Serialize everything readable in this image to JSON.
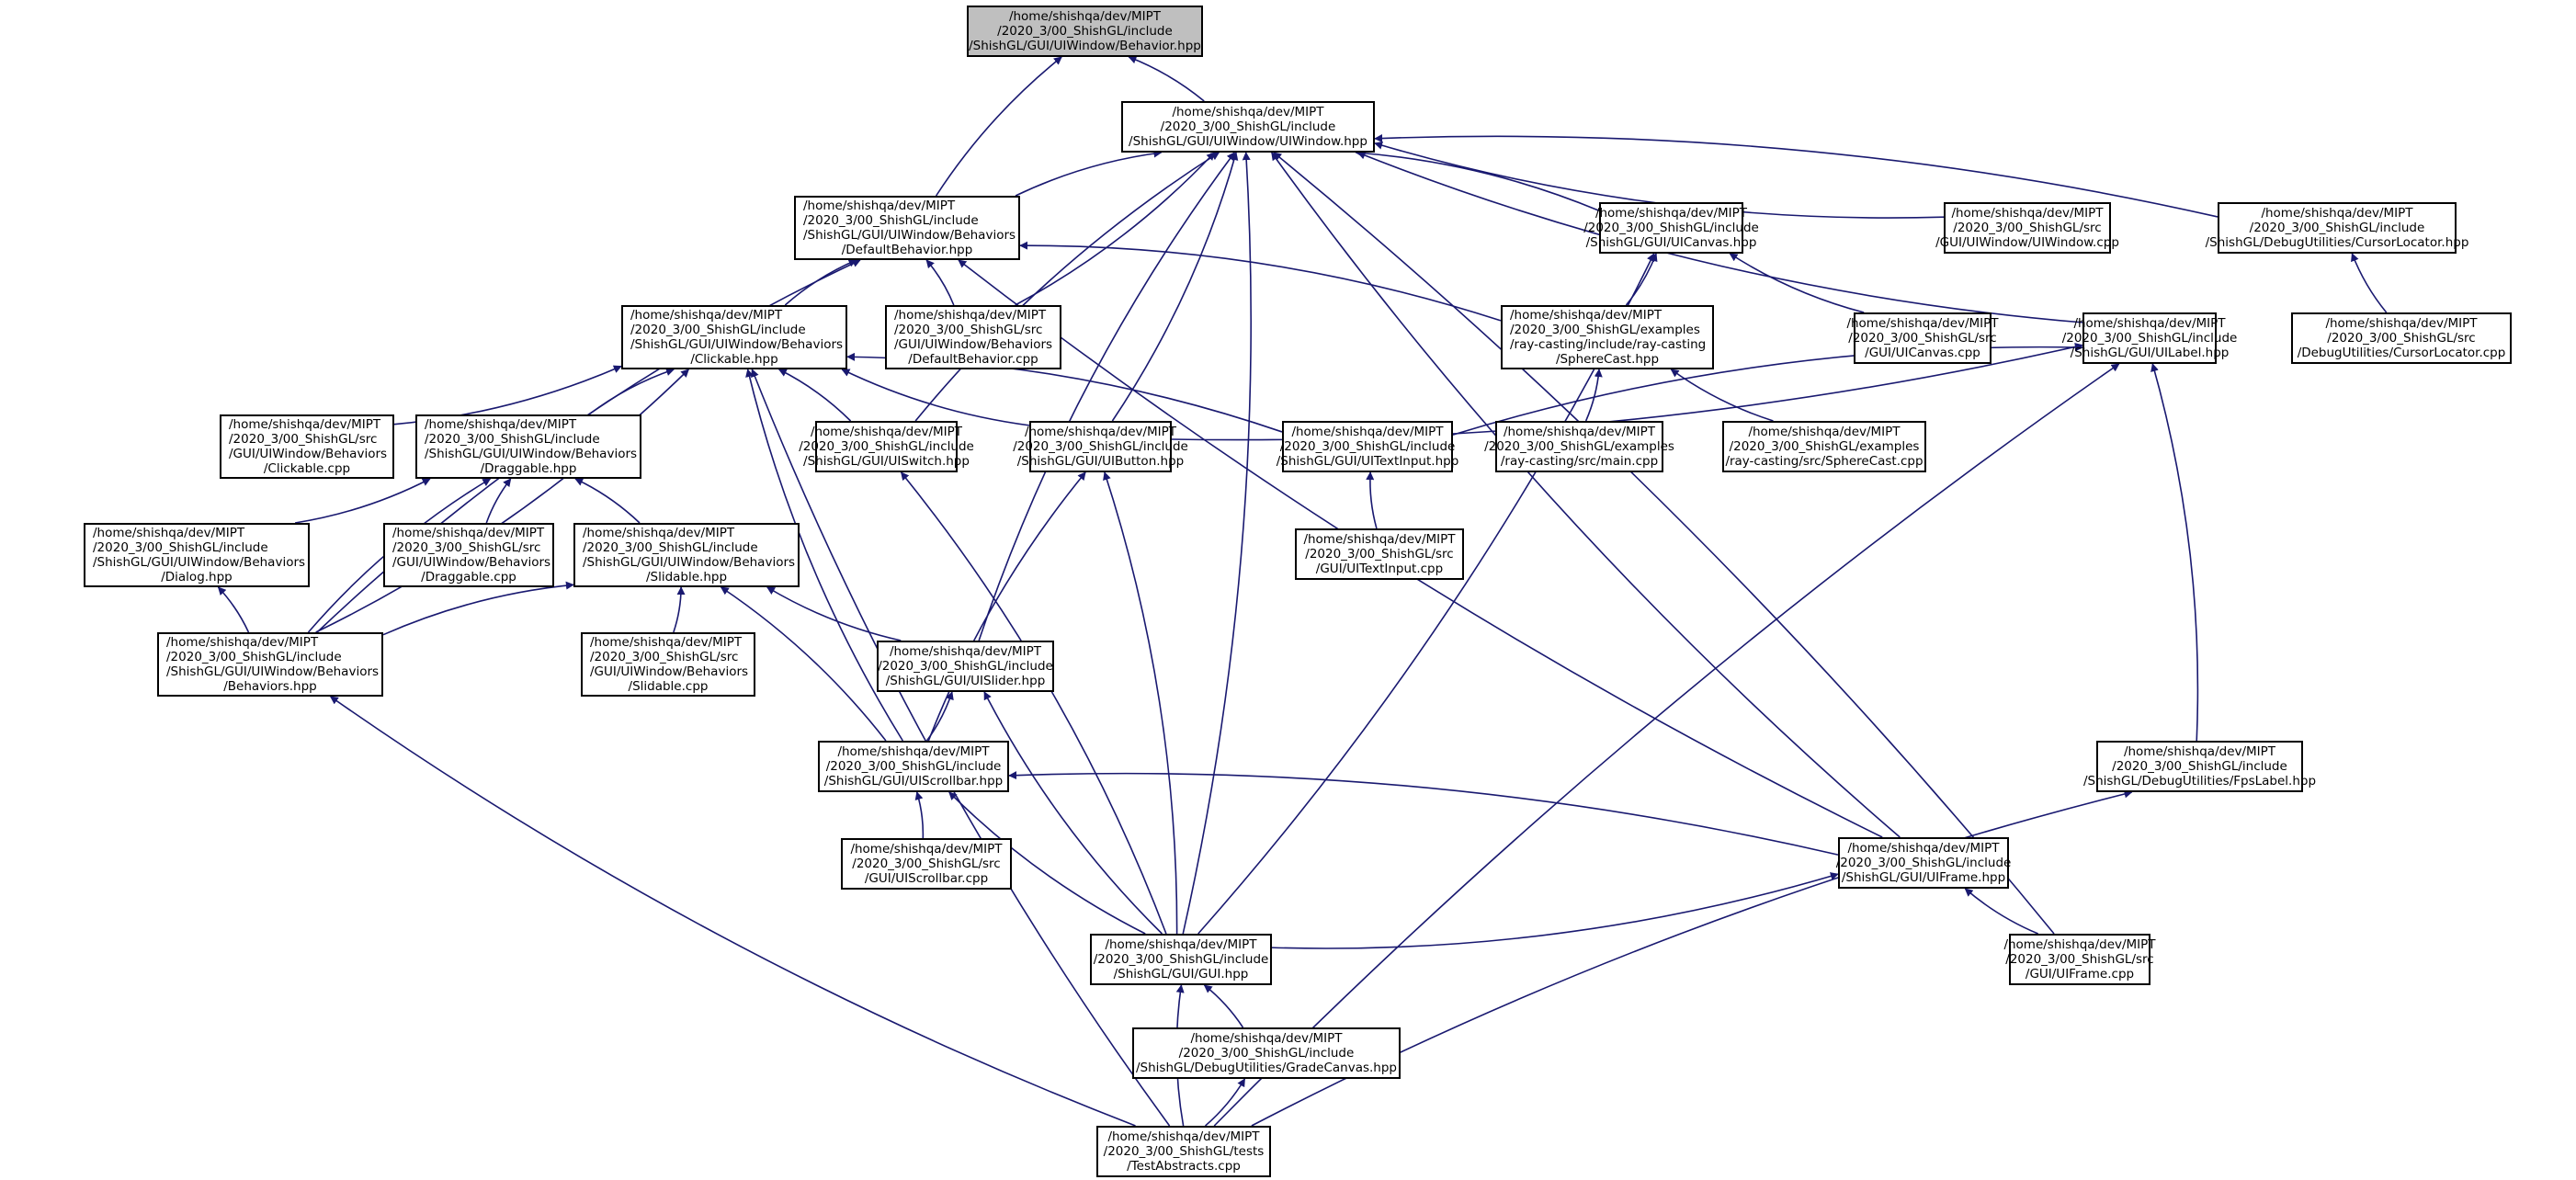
{
  "title": "Include dependency graph for Behavior.hpp",
  "colors": {
    "edge": "#191970",
    "root_fill": "#bfbfbf",
    "node_fill": "#ffffff",
    "border": "#000000"
  },
  "nodes": [
    {
      "id": "behavior",
      "lines": [
        "/home/shishqa/dev/MIPT",
        "/2020_3/00_ShishGL/include",
        "/ShishGL/GUI/UIWindow/Behavior.hpp"
      ],
      "root": true
    },
    {
      "id": "uiwindow_hpp",
      "lines": [
        "/home/shishqa/dev/MIPT",
        "/2020_3/00_ShishGL/include",
        "/ShishGL/GUI/UIWindow/UIWindow.hpp"
      ]
    },
    {
      "id": "defaultbehavior_hpp",
      "lines": [
        "/home/shishqa/dev/MIPT",
        "/2020_3/00_ShishGL/include",
        "/ShishGL/GUI/UIWindow/Behaviors",
        "/DefaultBehavior.hpp"
      ]
    },
    {
      "id": "uicanvas_hpp",
      "lines": [
        "/home/shishqa/dev/MIPT",
        "/2020_3/00_ShishGL/include",
        "/ShishGL/GUI/UICanvas.hpp"
      ]
    },
    {
      "id": "uiwindow_cpp",
      "lines": [
        "/home/shishqa/dev/MIPT",
        "/2020_3/00_ShishGL/src",
        "/GUI/UIWindow/UIWindow.cpp"
      ]
    },
    {
      "id": "cursorlocator_hpp",
      "lines": [
        "/home/shishqa/dev/MIPT",
        "/2020_3/00_ShishGL/include",
        "/ShishGL/DebugUtilities/CursorLocator.hpp"
      ]
    },
    {
      "id": "clickable_hpp",
      "lines": [
        "/home/shishqa/dev/MIPT",
        "/2020_3/00_ShishGL/include",
        "/ShishGL/GUI/UIWindow/Behaviors",
        "/Clickable.hpp"
      ]
    },
    {
      "id": "defaultbehavior_cpp",
      "lines": [
        "/home/shishqa/dev/MIPT",
        "/2020_3/00_ShishGL/src",
        "/GUI/UIWindow/Behaviors",
        "/DefaultBehavior.cpp"
      ]
    },
    {
      "id": "spherecast_hpp",
      "lines": [
        "/home/shishqa/dev/MIPT",
        "/2020_3/00_ShishGL/examples",
        "/ray-casting/include/ray-casting",
        "/SphereCast.hpp"
      ]
    },
    {
      "id": "uicanvas_cpp",
      "lines": [
        "/home/shishqa/dev/MIPT",
        "/2020_3/00_ShishGL/src",
        "/GUI/UICanvas.cpp"
      ]
    },
    {
      "id": "uilabel_hpp",
      "lines": [
        "/home/shishqa/dev/MIPT",
        "/2020_3/00_ShishGL/include",
        "/ShishGL/GUI/UILabel.hpp"
      ]
    },
    {
      "id": "cursorlocator_cpp",
      "lines": [
        "/home/shishqa/dev/MIPT",
        "/2020_3/00_ShishGL/src",
        "/DebugUtilities/CursorLocator.cpp"
      ]
    },
    {
      "id": "clickable_cpp",
      "lines": [
        "/home/shishqa/dev/MIPT",
        "/2020_3/00_ShishGL/src",
        "/GUI/UIWindow/Behaviors",
        "/Clickable.cpp"
      ]
    },
    {
      "id": "draggable_hpp",
      "lines": [
        "/home/shishqa/dev/MIPT",
        "/2020_3/00_ShishGL/include",
        "/ShishGL/GUI/UIWindow/Behaviors",
        "/Draggable.hpp"
      ]
    },
    {
      "id": "uiswitch_hpp",
      "lines": [
        "/home/shishqa/dev/MIPT",
        "/2020_3/00_ShishGL/include",
        "/ShishGL/GUI/UISwitch.hpp"
      ]
    },
    {
      "id": "uibutton_hpp",
      "lines": [
        "/home/shishqa/dev/MIPT",
        "/2020_3/00_ShishGL/include",
        "/ShishGL/GUI/UIButton.hpp"
      ]
    },
    {
      "id": "uitextinput_hpp",
      "lines": [
        "/home/shishqa/dev/MIPT",
        "/2020_3/00_ShishGL/include",
        "/ShishGL/GUI/UITextInput.hpp"
      ]
    },
    {
      "id": "main_cpp",
      "lines": [
        "/home/shishqa/dev/MIPT",
        "/2020_3/00_ShishGL/examples",
        "/ray-casting/src/main.cpp"
      ]
    },
    {
      "id": "spherecast_cpp",
      "lines": [
        "/home/shishqa/dev/MIPT",
        "/2020_3/00_ShishGL/examples",
        "/ray-casting/src/SphereCast.cpp"
      ]
    },
    {
      "id": "uitextinput_cpp",
      "lines": [
        "/home/shishqa/dev/MIPT",
        "/2020_3/00_ShishGL/src",
        "/GUI/UITextInput.cpp"
      ]
    },
    {
      "id": "dialog_hpp",
      "lines": [
        "/home/shishqa/dev/MIPT",
        "/2020_3/00_ShishGL/include",
        "/ShishGL/GUI/UIWindow/Behaviors",
        "/Dialog.hpp"
      ]
    },
    {
      "id": "draggable_cpp",
      "lines": [
        "/home/shishqa/dev/MIPT",
        "/2020_3/00_ShishGL/src",
        "/GUI/UIWindow/Behaviors",
        "/Draggable.cpp"
      ]
    },
    {
      "id": "slidable_hpp",
      "lines": [
        "/home/shishqa/dev/MIPT",
        "/2020_3/00_ShishGL/include",
        "/ShishGL/GUI/UIWindow/Behaviors",
        "/Slidable.hpp"
      ]
    },
    {
      "id": "behaviors_hpp",
      "lines": [
        "/home/shishqa/dev/MIPT",
        "/2020_3/00_ShishGL/include",
        "/ShishGL/GUI/UIWindow/Behaviors",
        "/Behaviors.hpp"
      ]
    },
    {
      "id": "slidable_cpp",
      "lines": [
        "/home/shishqa/dev/MIPT",
        "/2020_3/00_ShishGL/src",
        "/GUI/UIWindow/Behaviors",
        "/Slidable.cpp"
      ]
    },
    {
      "id": "uislider_hpp",
      "lines": [
        "/home/shishqa/dev/MIPT",
        "/2020_3/00_ShishGL/include",
        "/ShishGL/GUI/UISlider.hpp"
      ]
    },
    {
      "id": "uiscrollbar_hpp",
      "lines": [
        "/home/shishqa/dev/MIPT",
        "/2020_3/00_ShishGL/include",
        "/ShishGL/GUI/UIScrollbar.hpp"
      ]
    },
    {
      "id": "fpslabel_hpp",
      "lines": [
        "/home/shishqa/dev/MIPT",
        "/2020_3/00_ShishGL/include",
        "/ShishGL/DebugUtilities/FpsLabel.hpp"
      ]
    },
    {
      "id": "uiscrollbar_cpp",
      "lines": [
        "/home/shishqa/dev/MIPT",
        "/2020_3/00_ShishGL/src",
        "/GUI/UIScrollbar.cpp"
      ]
    },
    {
      "id": "uiframe_hpp",
      "lines": [
        "/home/shishqa/dev/MIPT",
        "/2020_3/00_ShishGL/include",
        "/ShishGL/GUI/UIFrame.hpp"
      ]
    },
    {
      "id": "gui_hpp",
      "lines": [
        "/home/shishqa/dev/MIPT",
        "/2020_3/00_ShishGL/include",
        "/ShishGL/GUI/GUI.hpp"
      ]
    },
    {
      "id": "uiframe_cpp",
      "lines": [
        "/home/shishqa/dev/MIPT",
        "/2020_3/00_ShishGL/src",
        "/GUI/UIFrame.cpp"
      ]
    },
    {
      "id": "gradecanvas_hpp",
      "lines": [
        "/home/shishqa/dev/MIPT",
        "/2020_3/00_ShishGL/include",
        "/ShishGL/DebugUtilities/GradeCanvas.hpp"
      ]
    },
    {
      "id": "testabstracts_cpp",
      "lines": [
        "/home/shishqa/dev/MIPT",
        "/2020_3/00_ShishGL/tests",
        "/TestAbstracts.cpp"
      ]
    }
  ],
  "edges": [
    [
      "defaultbehavior_hpp",
      "behavior"
    ],
    [
      "uiwindow_hpp",
      "behavior"
    ],
    [
      "defaultbehavior_hpp",
      "uiwindow_hpp"
    ],
    [
      "uicanvas_hpp",
      "uiwindow_hpp"
    ],
    [
      "uiwindow_cpp",
      "uiwindow_hpp"
    ],
    [
      "cursorlocator_hpp",
      "uiwindow_hpp"
    ],
    [
      "uilabel_hpp",
      "uiwindow_hpp"
    ],
    [
      "defaultbehavior_cpp",
      "uiwindow_hpp"
    ],
    [
      "uiswitch_hpp",
      "uiwindow_hpp"
    ],
    [
      "uibutton_hpp",
      "uiwindow_hpp"
    ],
    [
      "uislider_hpp",
      "uiwindow_hpp"
    ],
    [
      "gui_hpp",
      "uiwindow_hpp"
    ],
    [
      "uiframe_hpp",
      "uiwindow_hpp"
    ],
    [
      "uiframe_cpp",
      "uiwindow_hpp"
    ],
    [
      "clickable_hpp",
      "defaultbehavior_hpp"
    ],
    [
      "defaultbehavior_cpp",
      "defaultbehavior_hpp"
    ],
    [
      "behaviors_hpp",
      "defaultbehavior_hpp"
    ],
    [
      "spherecast_hpp",
      "defaultbehavior_hpp"
    ],
    [
      "uiframe_hpp",
      "defaultbehavior_hpp"
    ],
    [
      "spherecast_hpp",
      "uicanvas_hpp"
    ],
    [
      "uicanvas_cpp",
      "uicanvas_hpp"
    ],
    [
      "gui_hpp",
      "uicanvas_hpp"
    ],
    [
      "cursorlocator_cpp",
      "cursorlocator_hpp"
    ],
    [
      "clickable_cpp",
      "clickable_hpp"
    ],
    [
      "draggable_hpp",
      "clickable_hpp"
    ],
    [
      "uiswitch_hpp",
      "clickable_hpp"
    ],
    [
      "uibutton_hpp",
      "clickable_hpp"
    ],
    [
      "uitextinput_hpp",
      "clickable_hpp"
    ],
    [
      "uiscrollbar_hpp",
      "clickable_hpp"
    ],
    [
      "behaviors_hpp",
      "clickable_hpp"
    ],
    [
      "testabstracts_cpp",
      "clickable_hpp"
    ],
    [
      "main_cpp",
      "spherecast_hpp"
    ],
    [
      "spherecast_cpp",
      "spherecast_hpp"
    ],
    [
      "uibutton_hpp",
      "uilabel_hpp"
    ],
    [
      "uitextinput_hpp",
      "uilabel_hpp"
    ],
    [
      "fpslabel_hpp",
      "uilabel_hpp"
    ],
    [
      "testabstracts_cpp",
      "uilabel_hpp"
    ],
    [
      "dialog_hpp",
      "draggable_hpp"
    ],
    [
      "draggable_cpp",
      "draggable_hpp"
    ],
    [
      "slidable_hpp",
      "draggable_hpp"
    ],
    [
      "behaviors_hpp",
      "draggable_hpp"
    ],
    [
      "gui_hpp",
      "uiswitch_hpp"
    ],
    [
      "uiscrollbar_hpp",
      "uibutton_hpp"
    ],
    [
      "gui_hpp",
      "uibutton_hpp"
    ],
    [
      "uitextinput_cpp",
      "uitextinput_hpp"
    ],
    [
      "behaviors_hpp",
      "dialog_hpp"
    ],
    [
      "behaviors_hpp",
      "slidable_hpp"
    ],
    [
      "slidable_cpp",
      "slidable_hpp"
    ],
    [
      "uislider_hpp",
      "slidable_hpp"
    ],
    [
      "uiscrollbar_hpp",
      "slidable_hpp"
    ],
    [
      "testabstracts_cpp",
      "behaviors_hpp"
    ],
    [
      "uiscrollbar_hpp",
      "uislider_hpp"
    ],
    [
      "gui_hpp",
      "uislider_hpp"
    ],
    [
      "uiscrollbar_cpp",
      "uiscrollbar_hpp"
    ],
    [
      "gui_hpp",
      "uiscrollbar_hpp"
    ],
    [
      "uiframe_hpp",
      "uiscrollbar_hpp"
    ],
    [
      "testabstracts_cpp",
      "fpslabel_hpp"
    ],
    [
      "gui_hpp",
      "uiframe_hpp"
    ],
    [
      "uiframe_cpp",
      "uiframe_hpp"
    ],
    [
      "gradecanvas_hpp",
      "gui_hpp"
    ],
    [
      "testabstracts_cpp",
      "gui_hpp"
    ],
    [
      "testabstracts_cpp",
      "gradecanvas_hpp"
    ]
  ]
}
